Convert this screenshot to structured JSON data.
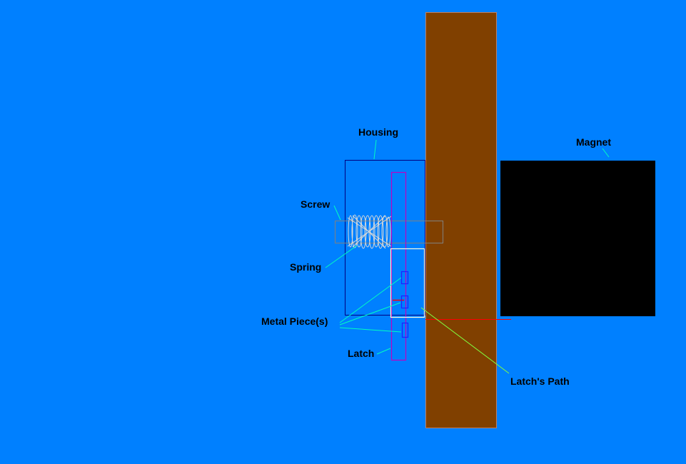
{
  "colors": {
    "background": "#0080ff",
    "door": "#804000",
    "magnet": "#000000",
    "housing": "#000080",
    "latch": "#c000c0",
    "metal_piece": "#2020ff",
    "screw": "#808080",
    "spring": "#d8d8d8",
    "leader": "#00ffc0",
    "latch_path": "#ffffe0",
    "marker": "#ff0000"
  },
  "labels": {
    "housing": "Housing",
    "magnet": "Magnet",
    "screw": "Screw",
    "spring": "Spring",
    "metal_pieces": "Metal Piece(s)",
    "latch": "Latch",
    "latch_path": "Latch's Path"
  }
}
